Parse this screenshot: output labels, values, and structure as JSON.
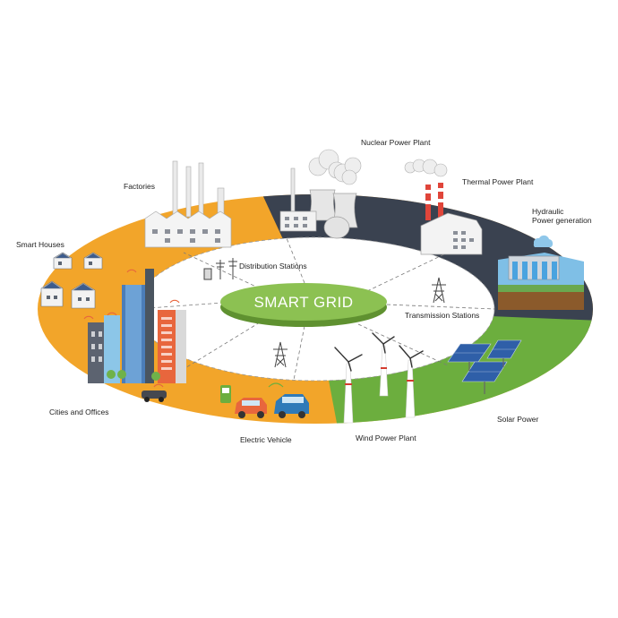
{
  "diagram": {
    "center_label": "SMART GRID",
    "ring_colors": {
      "consumer": "#f2a52a",
      "generation": "#3a4250",
      "renewable": "#6cae3e",
      "center": "#8cc152"
    },
    "inner_labels": {
      "distribution": "Distribution Stations",
      "transmission": "Transmission Stations"
    },
    "nodes": {
      "nuclear": "Nuclear Power Plant",
      "thermal": "Thermal Power Plant",
      "hydraulic_line1": "Hydraulic",
      "hydraulic_line2": "Power generation",
      "factories": "Factories",
      "smart_houses": "Smart Houses",
      "cities": "Cities and Offices",
      "electric_vehicle": "Electric Vehicle",
      "wind": "Wind Power Plant",
      "solar": "Solar Power"
    }
  }
}
